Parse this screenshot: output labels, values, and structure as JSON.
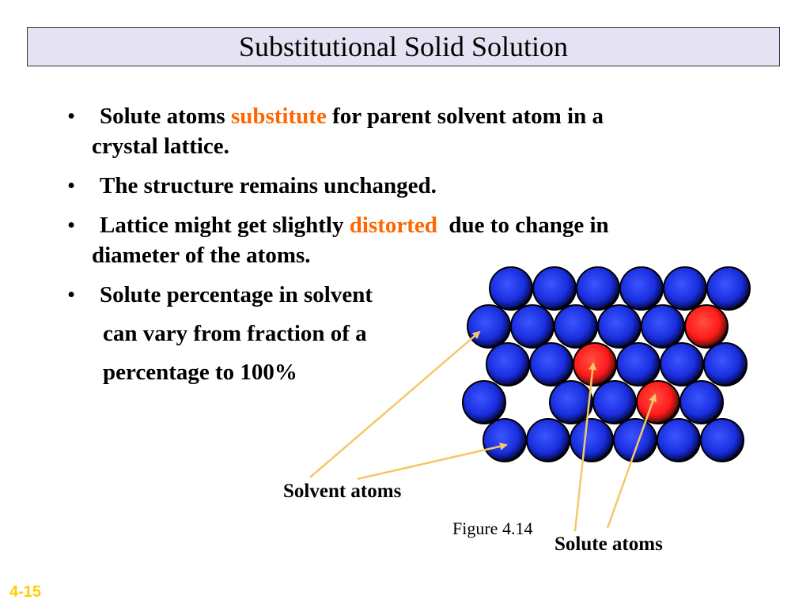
{
  "slide": {
    "title": "Substitutional Solid Solution",
    "page_number": "4-15"
  },
  "bullets": {
    "b1": {
      "pre": "Solute atoms ",
      "highlight": "substitute",
      "post": " for parent solvent atom in a",
      "cont": "crystal lattice."
    },
    "b2": {
      "text": "The structure remains unchanged."
    },
    "b3": {
      "pre": "Lattice might get slightly ",
      "highlight": "distorted",
      "post": "  due to change in",
      "cont": "diameter of the atoms."
    },
    "b4": {
      "line1": "Solute percentage in solvent",
      "line2": "can vary from fraction of a",
      "line3": "percentage to 100%"
    }
  },
  "figure": {
    "solvent_label": "Solvent atoms",
    "solute_label": "Solute atoms",
    "caption": "Figure 4.14",
    "rows": [
      [
        "solvent",
        "solvent",
        "solvent",
        "solvent",
        "solvent",
        "solvent"
      ],
      [
        "solvent",
        "solvent",
        "solvent",
        "solvent",
        "solvent",
        "solute"
      ],
      [
        "solvent",
        "solvent",
        "solute",
        "solvent",
        "solvent",
        "solvent"
      ],
      [
        "solvent",
        "vacancy",
        "solvent",
        "solvent",
        "solute",
        "solvent"
      ],
      [
        "solvent",
        "solvent",
        "solvent",
        "solvent",
        "solvent",
        "solvent"
      ]
    ]
  },
  "colors": {
    "title_bg": "#e4e2f3",
    "highlight": "#ff6600",
    "solvent_atom": "#1a2fe0",
    "solute_atom": "#ff1a1a",
    "arrow": "#f5c76a",
    "page_number": "#ffcc00"
  }
}
